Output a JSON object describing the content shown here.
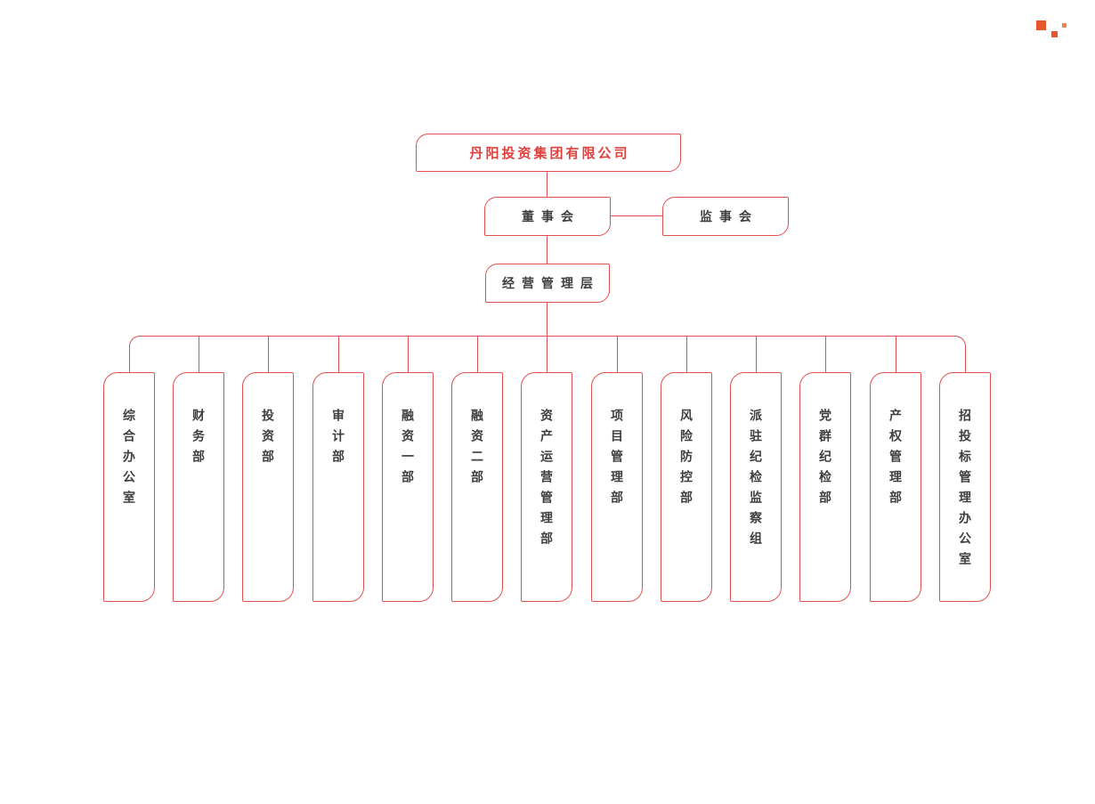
{
  "logo": {
    "description": "three orange squares mark, top-right corner",
    "primary_color": "#e8572c",
    "secondary_color": "#ef8350"
  },
  "chart": {
    "type": "org-chart",
    "accent_color": "#e25050",
    "label_color": "#3f3f3f",
    "root": {
      "label": "丹阳投资集团有限公司"
    },
    "level2": [
      {
        "label": "董事会"
      },
      {
        "label": "监事会"
      }
    ],
    "level3": [
      {
        "label": "经营管理层"
      }
    ],
    "departments": [
      {
        "name": "综合办公室"
      },
      {
        "name": "财务部"
      },
      {
        "name": "投资部"
      },
      {
        "name": "审计部"
      },
      {
        "name": "融资一部"
      },
      {
        "name": "融资二部"
      },
      {
        "name": "资产运营管理部"
      },
      {
        "name": "项目管理部"
      },
      {
        "name": "风险防控部"
      },
      {
        "name": "派驻纪检监察组"
      },
      {
        "name": "党群纪检部"
      },
      {
        "name": "产权管理部"
      },
      {
        "name": "招投标管理办公室"
      }
    ]
  }
}
